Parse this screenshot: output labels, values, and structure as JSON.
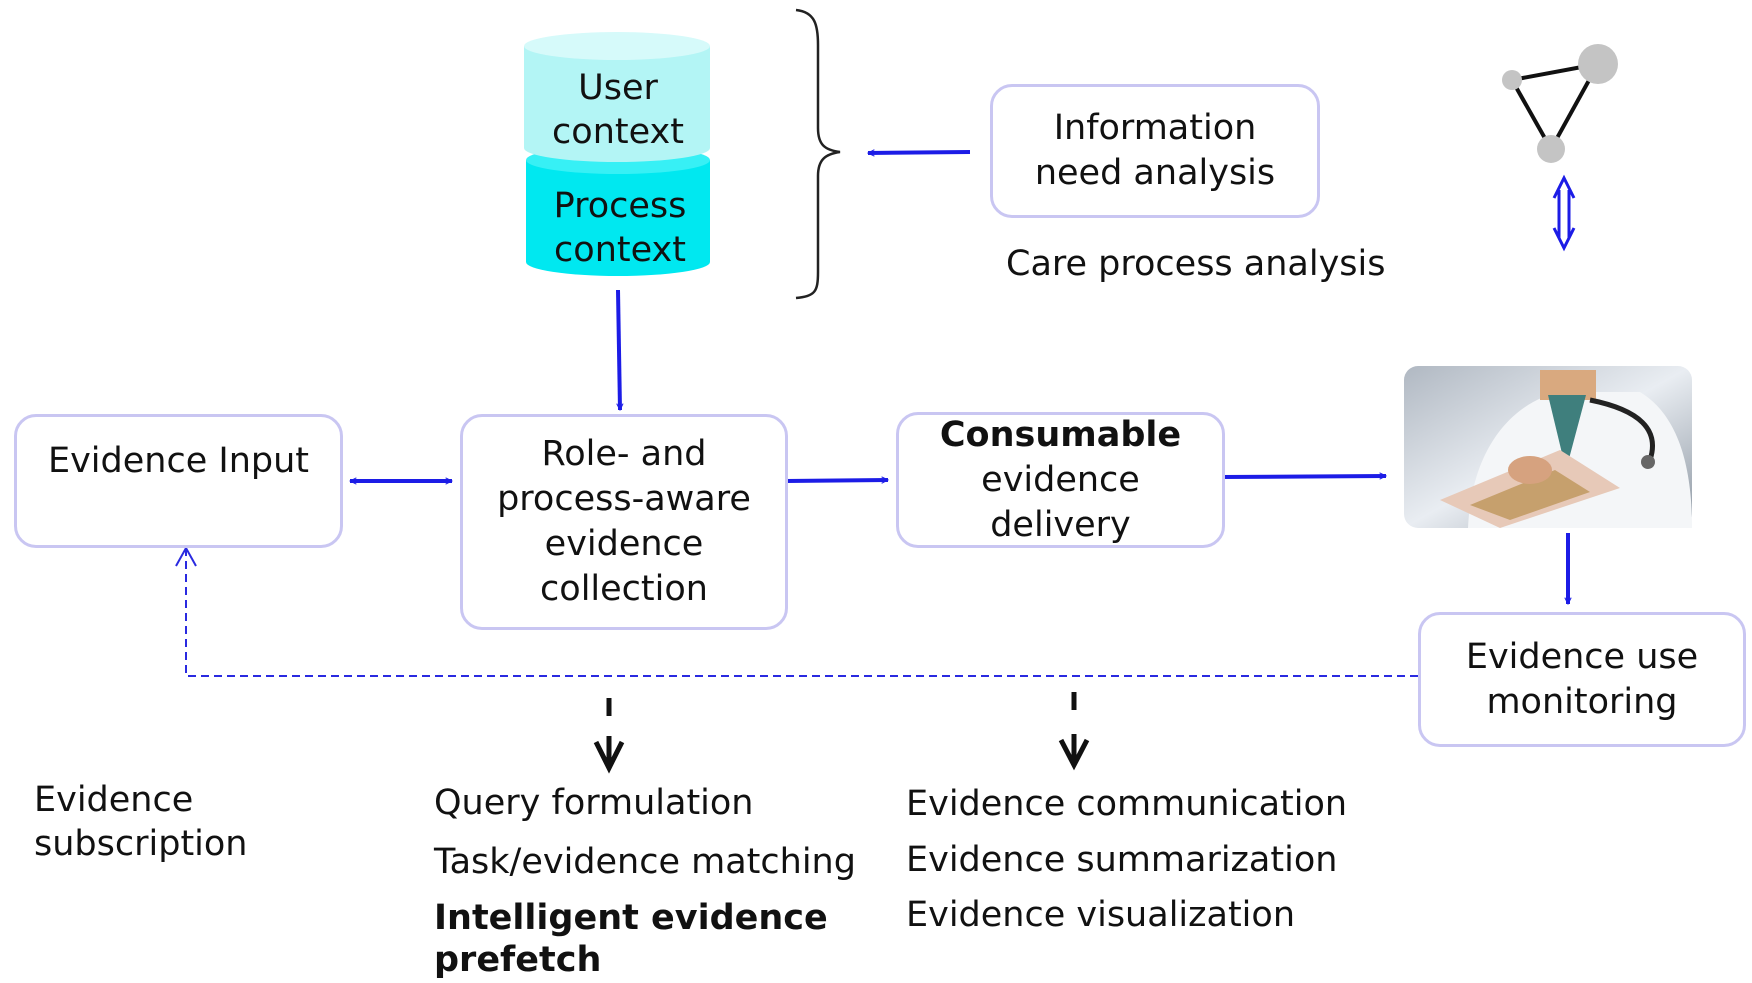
{
  "database": {
    "user_context": [
      "User",
      "context"
    ],
    "process_context": [
      "Process",
      "context"
    ]
  },
  "nodes": {
    "info_need": [
      "Information",
      "need analysis"
    ],
    "care_process": "Care process analysis",
    "evidence_input": "Evidence Input",
    "collection": [
      "Role- and",
      "process-aware",
      "evidence",
      "collection"
    ],
    "delivery": [
      "Consumable",
      "evidence",
      "delivery"
    ],
    "monitoring": [
      "Evidence use",
      "monitoring"
    ],
    "subscription": [
      "Evidence",
      "subscription"
    ]
  },
  "collection_details": [
    "Query formulation",
    "Task/evidence matching",
    "Intelligent evidence",
    "prefetch"
  ],
  "delivery_details": [
    "Evidence communication",
    "Evidence summarization",
    "Evidence visualization"
  ],
  "colors": {
    "arrow": "#1c1ce6",
    "box_border": "#c9c6f2",
    "cyl_light": "#b3f5f5",
    "cyl_dark": "#00e8f0",
    "dashed": "#2a2ae0"
  },
  "icons": [
    "graph-network-icon",
    "doctor-photo"
  ]
}
